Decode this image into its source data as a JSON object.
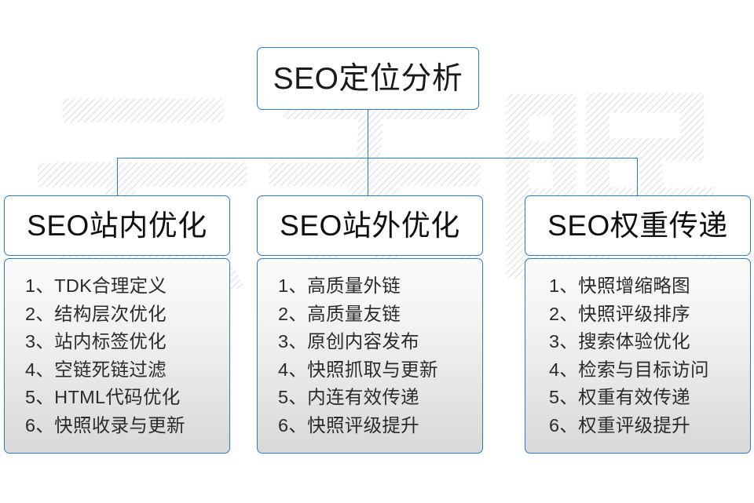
{
  "diagram": {
    "root": {
      "label": "SEO定位分析"
    },
    "columns": [
      {
        "header": "SEO站内优化",
        "items": [
          "1、TDK合理定义",
          "2、结构层次优化",
          "3、站内标签优化",
          "4、空链死链过滤",
          "5、HTML代码优化",
          "6、快照收录与更新"
        ]
      },
      {
        "header": "SEO站外优化",
        "items": [
          "1、高质量外链",
          "2、高质量友链",
          "3、原创内容发布",
          "4、快照抓取与更新",
          "5、内连有效传递",
          "6、快照评级提升"
        ]
      },
      {
        "header": "SEO权重传递",
        "items": [
          "1、快照增缩略图",
          "2、快照评级排序",
          "3、搜索体验优化",
          "4、检索与目标访问",
          "5、权重有效传递",
          "6、权重评级提升"
        ]
      }
    ],
    "watermark": {
      "text": "云无眠"
    },
    "colors": {
      "border": "#2a7cc7",
      "connector": "#2a7cc7",
      "title_text": "#1a1a1a",
      "item_text": "#2b2b2b",
      "node_background": "#ffffff",
      "body_background_top": "#fbfbfb",
      "body_background_bottom": "#d9d9d9",
      "watermark": "#ededed",
      "page_background": "#ffffff"
    }
  }
}
